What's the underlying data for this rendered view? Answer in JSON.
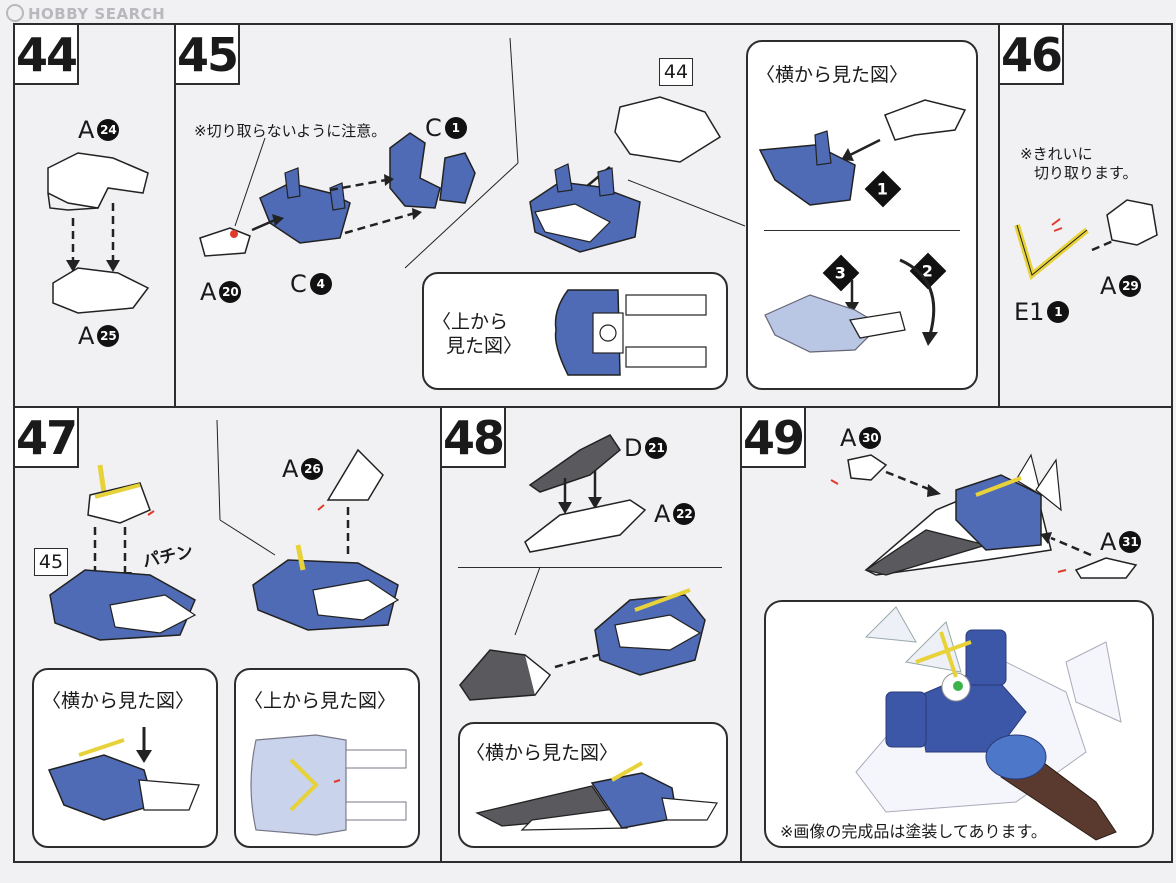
{
  "watermark": "HOBBY SEARCH",
  "steps": {
    "s44": {
      "number": "44",
      "labels": {
        "top": {
          "letter": "A",
          "num": "24"
        },
        "bottom": {
          "letter": "A",
          "num": "25"
        }
      }
    },
    "s45": {
      "number": "45",
      "note": "※切り取らないように注意。",
      "labels": {
        "c1": {
          "letter": "C",
          "num": "1"
        },
        "c4": {
          "letter": "C",
          "num": "4"
        },
        "a20": {
          "letter": "A",
          "num": "20"
        }
      },
      "ref_step": "44",
      "side_view": {
        "title": "〈横から見た図〉",
        "steps": [
          "1",
          "2",
          "3"
        ]
      },
      "top_view": {
        "title_line1": "〈上から",
        "title_line2": "見た図〉"
      }
    },
    "s46": {
      "number": "46",
      "note_line1": "※きれいに",
      "note_line2": "切り取ります。",
      "labels": {
        "a29": {
          "letter": "A",
          "num": "29"
        },
        "e1": {
          "letter": "E1",
          "num": "1"
        }
      }
    },
    "s47": {
      "number": "47",
      "ref_step": "45",
      "sound": "パチン",
      "labels": {
        "a26": {
          "letter": "A",
          "num": "26"
        }
      },
      "side_view_title": "〈横から見た図〉",
      "top_view_title": "〈上から見た図〉"
    },
    "s48": {
      "number": "48",
      "labels": {
        "d21": {
          "letter": "D",
          "num": "21"
        },
        "a22": {
          "letter": "A",
          "num": "22"
        }
      },
      "side_view_title": "〈横から見た図〉"
    },
    "s49": {
      "number": "49",
      "labels": {
        "a30": {
          "letter": "A",
          "num": "30"
        },
        "a31": {
          "letter": "A",
          "num": "31"
        }
      },
      "photo_note": "※画像の完成品は塗装してあります。"
    }
  },
  "colors": {
    "frame": "#2d2d2d",
    "background": "#f1f1f4",
    "part_blue": "#4f6bb5",
    "part_gray": "#5a5a5e",
    "part_yellow": "#e8d23a",
    "accent_red": "#e23a2a"
  }
}
